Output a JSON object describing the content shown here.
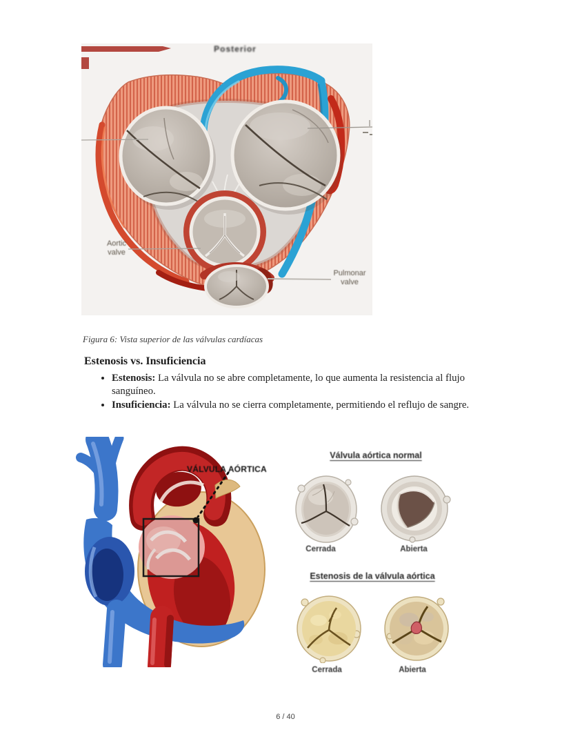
{
  "page": {
    "number_label": "6 / 40"
  },
  "figure1": {
    "caption": "Figura 6: Vista superior de las válvulas cardíacas",
    "labels": {
      "posterior": "Posterior",
      "aortic_l1": "Aortic",
      "aortic_l2": "valve",
      "pulmonary_l1": "Pulmonar",
      "pulmonary_l2": "valve"
    }
  },
  "section": {
    "heading": "Estenosis vs. Insuficiencia",
    "bullets": [
      {
        "term": "Estenosis:",
        "text": " La válvula no se abre completamente, lo que aumenta la resistencia al flujo sanguíneo."
      },
      {
        "term": "Insuficiencia:",
        "text": " La válvula no se cierra completamente, permitiendo el reflujo de sangre."
      }
    ]
  },
  "figure2": {
    "callout_label": "VÁLVULA AÓRTICA",
    "normal": {
      "title": "Válvula aórtica normal",
      "closed": "Cerrada",
      "open": "Abierta"
    },
    "stenosis": {
      "title": "Estenosis de la válvula aórtica",
      "closed": "Cerrada",
      "open": "Abierta"
    }
  },
  "colors": {
    "artery_red": "#c02020",
    "vein_blue": "#3c76ca",
    "myocardium_salmon": "#ee9a7e",
    "valve_gray": "#c3bbb2",
    "stenosis_yellow": "#e9d79f",
    "page_background": "#ffffff"
  }
}
